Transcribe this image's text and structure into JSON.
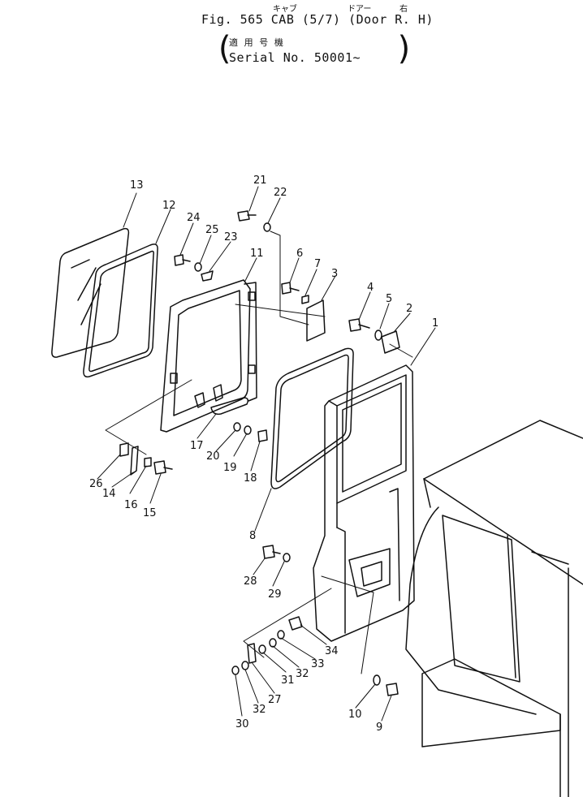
{
  "header": {
    "kana_cab": "キャブ",
    "kana_door": "ドアー",
    "kana_right": "右",
    "title": "Fig. 565 CAB (5/7) (Door R. H)",
    "serial_label_jp": "適 用 号 機",
    "serial_line": "Serial No. 50001~"
  },
  "callouts": [
    {
      "id": "c1",
      "text": "1"
    },
    {
      "id": "c2",
      "text": "2"
    },
    {
      "id": "c3",
      "text": "3"
    },
    {
      "id": "c4",
      "text": "4"
    },
    {
      "id": "c5",
      "text": "5"
    },
    {
      "id": "c6",
      "text": "6"
    },
    {
      "id": "c7",
      "text": "7"
    },
    {
      "id": "c8",
      "text": "8"
    },
    {
      "id": "c9",
      "text": "9"
    },
    {
      "id": "c10",
      "text": "10"
    },
    {
      "id": "c11",
      "text": "11"
    },
    {
      "id": "c12",
      "text": "12"
    },
    {
      "id": "c13",
      "text": "13"
    },
    {
      "id": "c14",
      "text": "14"
    },
    {
      "id": "c15",
      "text": "15"
    },
    {
      "id": "c16",
      "text": "16"
    },
    {
      "id": "c17",
      "text": "17"
    },
    {
      "id": "c18",
      "text": "18"
    },
    {
      "id": "c19",
      "text": "19"
    },
    {
      "id": "c20",
      "text": "20"
    },
    {
      "id": "c21",
      "text": "21"
    },
    {
      "id": "c22",
      "text": "22"
    },
    {
      "id": "c23",
      "text": "23"
    },
    {
      "id": "c24",
      "text": "24"
    },
    {
      "id": "c25",
      "text": "25"
    },
    {
      "id": "c26",
      "text": "26"
    },
    {
      "id": "c27",
      "text": "27"
    },
    {
      "id": "c28",
      "text": "28"
    },
    {
      "id": "c29",
      "text": "29"
    },
    {
      "id": "c30",
      "text": "30"
    },
    {
      "id": "c31",
      "text": "31"
    },
    {
      "id": "c32a",
      "text": "32"
    },
    {
      "id": "c32b",
      "text": "32"
    },
    {
      "id": "c33",
      "text": "33"
    },
    {
      "id": "c34",
      "text": "34"
    }
  ]
}
